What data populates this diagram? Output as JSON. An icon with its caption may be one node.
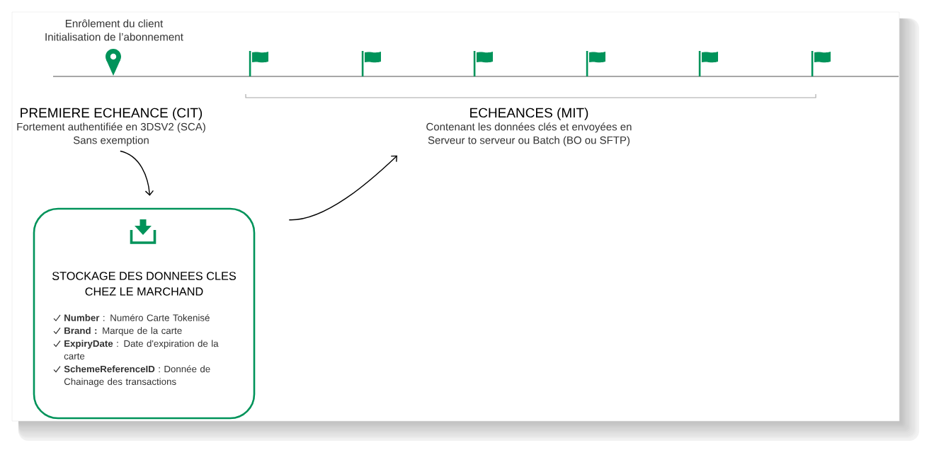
{
  "diagram": {
    "nodes": [
      {
        "text": [
          "PREMIERE ECHEANCE (CIT)",
          "Fortement authentifiée en 3DSV2 (SCA) Sans exemption"
        ]
      },
      {
        "text": [
          "STOCKAGE DES DONNEES CLES CHEZ LE MARCHAND",
          "**Number** : Numéro Carte Tokenisé",
          "**Brand :** Marque de la carte",
          "**ExpiryDate** : Date d'expiration de la carte",
          "**SchemeReferenceID** : Donnée de Chainage des transactions"
        ]
      },
      {
        "text": [
          "ECHEANCES (MIT)",
          "Contenant les données clés et envoyées en Serveur to serveur ou Batch (BO ou SFTP)"
        ]
      }
    ],
    "edges": [
      {
        "from": 0,
        "to": 1,
        "arrow": "to"
      },
      {
        "from": 1,
        "to": 2,
        "arrow": "to"
      }
    ],
    "labels": [
      "Enrôlement du client",
      "Initialisation de l’abonnement"
    ]
  }
}
